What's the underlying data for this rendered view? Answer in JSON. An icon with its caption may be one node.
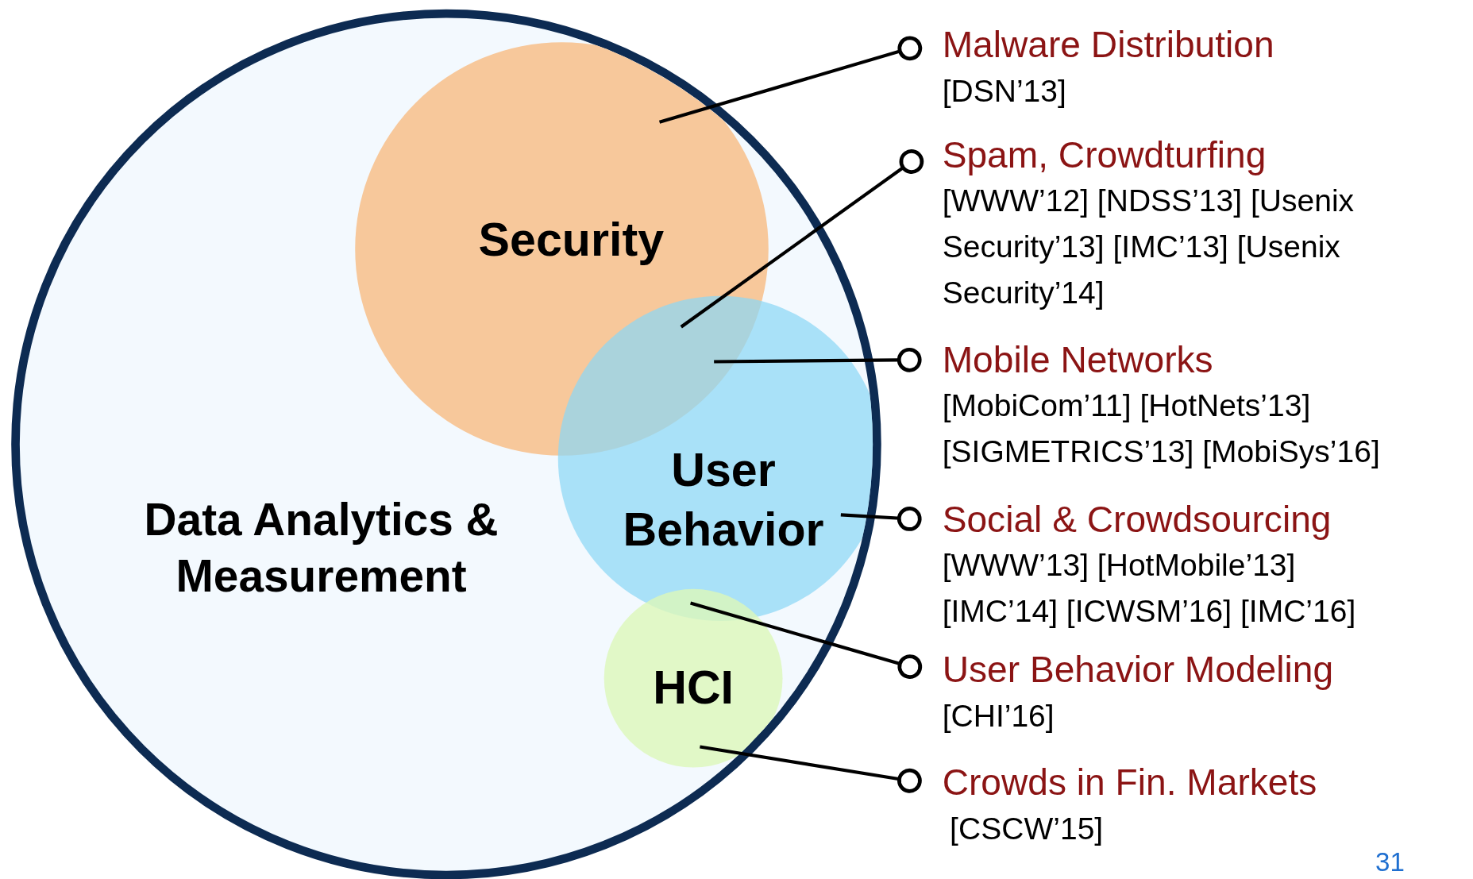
{
  "diagram": {
    "nodes": [
      {
        "text": [
          "Data Analytics & Measurement"
        ]
      },
      {
        "text": [
          "Security"
        ],
        "in": 0
      },
      {
        "text": [
          "User Behavior"
        ],
        "in": 0
      },
      {
        "text": [
          "HCI"
        ],
        "in": 0
      },
      {
        "text": [
          "Malware Distribution",
          "[DSN’13]"
        ]
      },
      {
        "text": [
          "Spam, Crowdturfing",
          "[WWW’12] [NDSS’13] [Usenix Security’13] [IMC’13] [Usenix Security’14]"
        ]
      },
      {
        "text": [
          "Mobile Networks",
          "[MobiCom’11] [HotNets’13] [SIGMETRICS’13] [MobiSys’16]"
        ]
      },
      {
        "text": [
          "Social & Crowdsourcing",
          "[WWW’13] [HotMobile’13] [IMC’14] [ICWSM’16] [IMC’16]"
        ]
      },
      {
        "text": [
          "User Behavior Modeling",
          "[CHI’16]"
        ]
      },
      {
        "text": [
          "Crowds in Fin. Markets",
          "[CSCW’15]"
        ]
      }
    ],
    "edges": [
      {
        "from": 4,
        "to": 1,
        "arrow": "other"
      },
      {
        "from": 5,
        "to": 2,
        "arrow": "other"
      },
      {
        "from": 6,
        "to": 2,
        "arrow": "other"
      },
      {
        "from": 7,
        "to": 2,
        "arrow": "other"
      },
      {
        "from": 8,
        "to": 3,
        "arrow": "other"
      },
      {
        "from": 9,
        "to": 3,
        "arrow": "other"
      }
    ],
    "labels": [
      "31"
    ]
  }
}
